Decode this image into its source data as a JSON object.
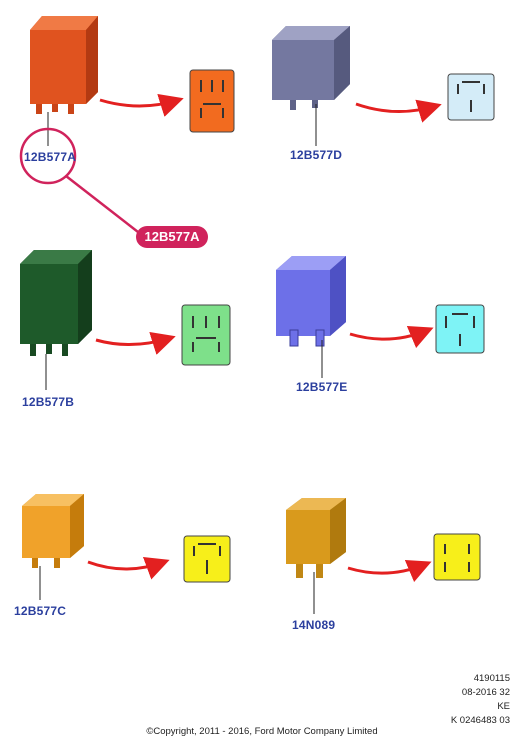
{
  "parts": [
    {
      "number": "12B577A",
      "body_color": "#e0531f",
      "socket_color": "#f26b1f"
    },
    {
      "number": "12B577D",
      "body_color": "#7478a0",
      "socket_color": "#d4ecf8"
    },
    {
      "number": "12B577B",
      "body_color": "#1e5a2a",
      "socket_color": "#7ee08a"
    },
    {
      "number": "12B577E",
      "body_color": "#6d70e8",
      "socket_color": "#7ef3f6"
    },
    {
      "number": "12B577C",
      "body_color": "#f0a22a",
      "socket_color": "#f7ef1a"
    },
    {
      "number": "14N089",
      "body_color": "#d99a1c",
      "socket_color": "#f7ef1a"
    }
  ],
  "callout": {
    "label": "12B577A",
    "color": "#d0235c"
  },
  "arrow_color": "#e32020",
  "reference": {
    "line1": "4190115",
    "line2": "08-2016 32",
    "line3": "KE",
    "line4": "K 0246483 03"
  },
  "copyright": "©Copyright, 2011 - 2016, Ford Motor Company Limited"
}
